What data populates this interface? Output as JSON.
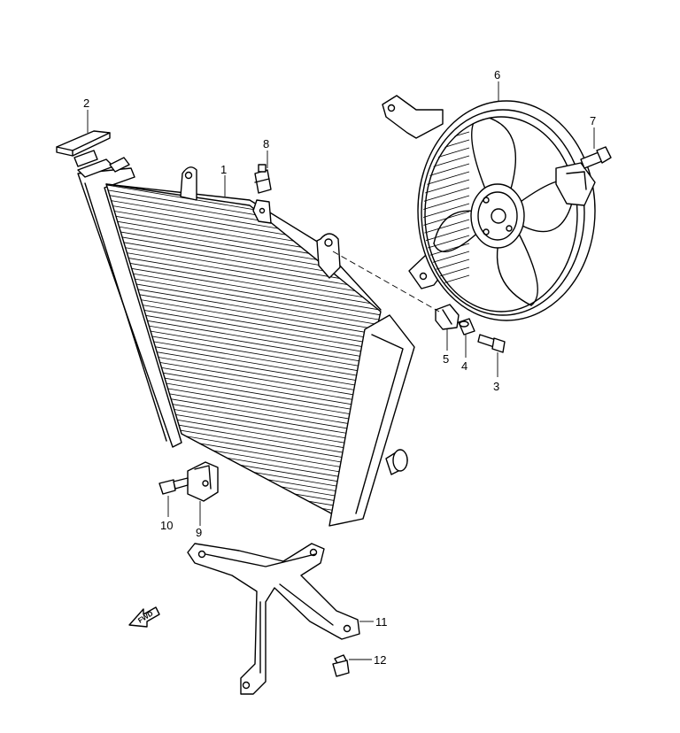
{
  "callouts": {
    "c1": "1",
    "c2": "2",
    "c3": "3",
    "c4": "4",
    "c5": "5",
    "c6": "6",
    "c7": "7",
    "c8": "8",
    "c9": "9",
    "c10": "10",
    "c11": "11",
    "c12": "12"
  },
  "direction_arrow": {
    "label": "FWD"
  }
}
